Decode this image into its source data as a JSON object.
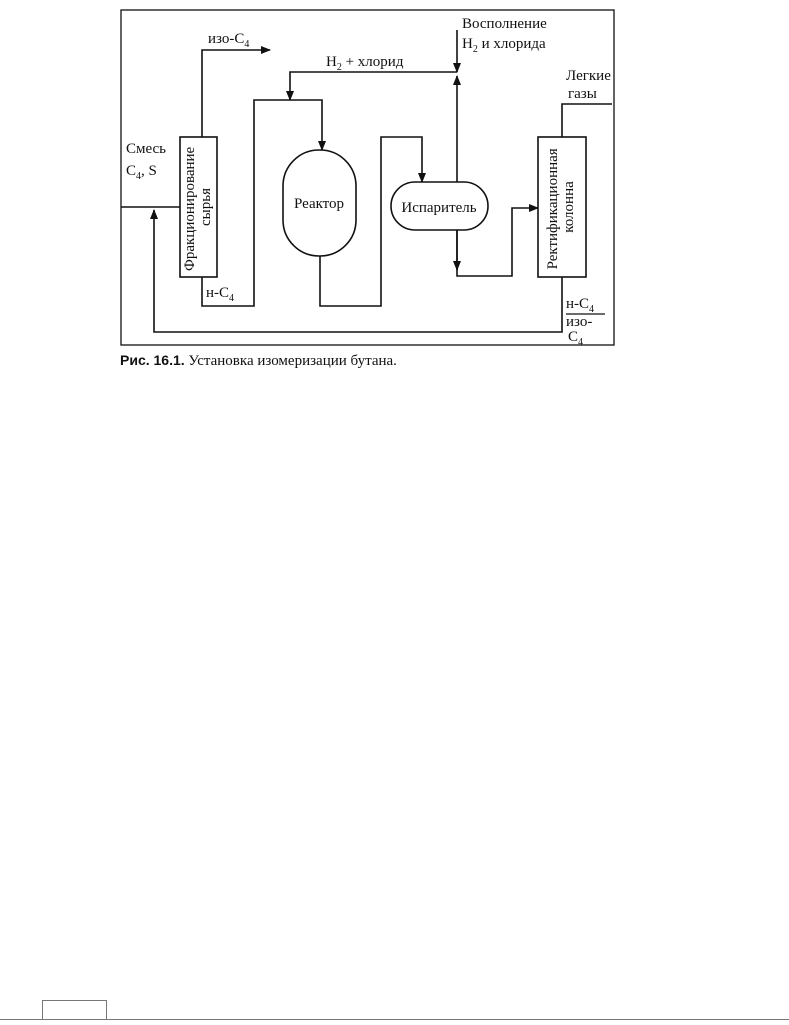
{
  "units": {
    "fractionation": "Фракционирование сырья",
    "reactor": "Реактор",
    "evaporator": "Испаритель",
    "rectification": "Ректификационная колонна"
  },
  "labels": {
    "iso_c4_top_prefix": "изо-C",
    "iso_c4_top_sub": "4",
    "makeup_line1": "Восполнение",
    "makeup_h": "H",
    "makeup_h_sub": "2",
    "makeup_rest": " и хлорида",
    "h2_h": "H",
    "h2_sub": "2",
    "h2_rest": " + хлорид",
    "light_gases_1": "Легкие",
    "light_gases_2": "газы",
    "feed_1": "Смесь",
    "feed_2_prefix": "C",
    "feed_2_sub": "4",
    "feed_2_rest": ", S",
    "n_c4_left_prefix": "н-C",
    "n_c4_left_sub": "4",
    "n_c4_right_prefix": "н-C",
    "n_c4_right_sub": "4",
    "iso_right": "изо-",
    "c4_right_prefix": "C",
    "c4_right_sub": "4"
  },
  "caption": {
    "number": "Рис. 16.1.",
    "text": " Установка изомеризации бутана."
  }
}
